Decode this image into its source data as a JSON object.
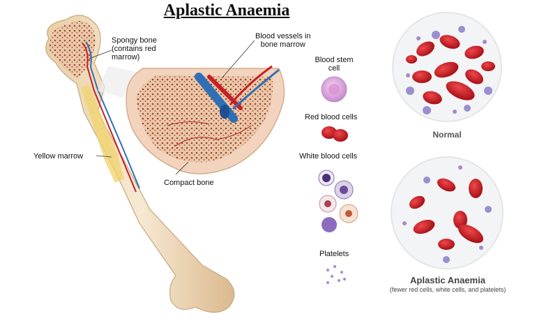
{
  "title": "Aplastic Anaemia",
  "labels": {
    "spongy_bone": [
      "Spongy bone",
      "(contains red",
      "marrow)"
    ],
    "blood_vessels": [
      "Blood vessels in",
      "bone marrow"
    ],
    "yellow_marrow": "Yellow marrow",
    "compact_bone": "Compact bone",
    "blood_stem_cell": [
      "Blood stem",
      "cell"
    ],
    "red_blood_cells": "Red blood cells",
    "white_blood_cells": "White blood cells",
    "platelets": "Platelets"
  },
  "panels": {
    "normal": {
      "caption": "Normal"
    },
    "aplastic": {
      "caption": "Aplastic Anaemia",
      "subcaption": "(fewer red cells, white cells, and platelets)"
    }
  },
  "colors": {
    "bone": "#f1dfc0",
    "red_cell": "#c8161d",
    "white_cell": "#9b8fd0",
    "platelet": "#a58bc9",
    "vessel_red": "#c81e24",
    "vessel_blue": "#2f6fb5"
  }
}
